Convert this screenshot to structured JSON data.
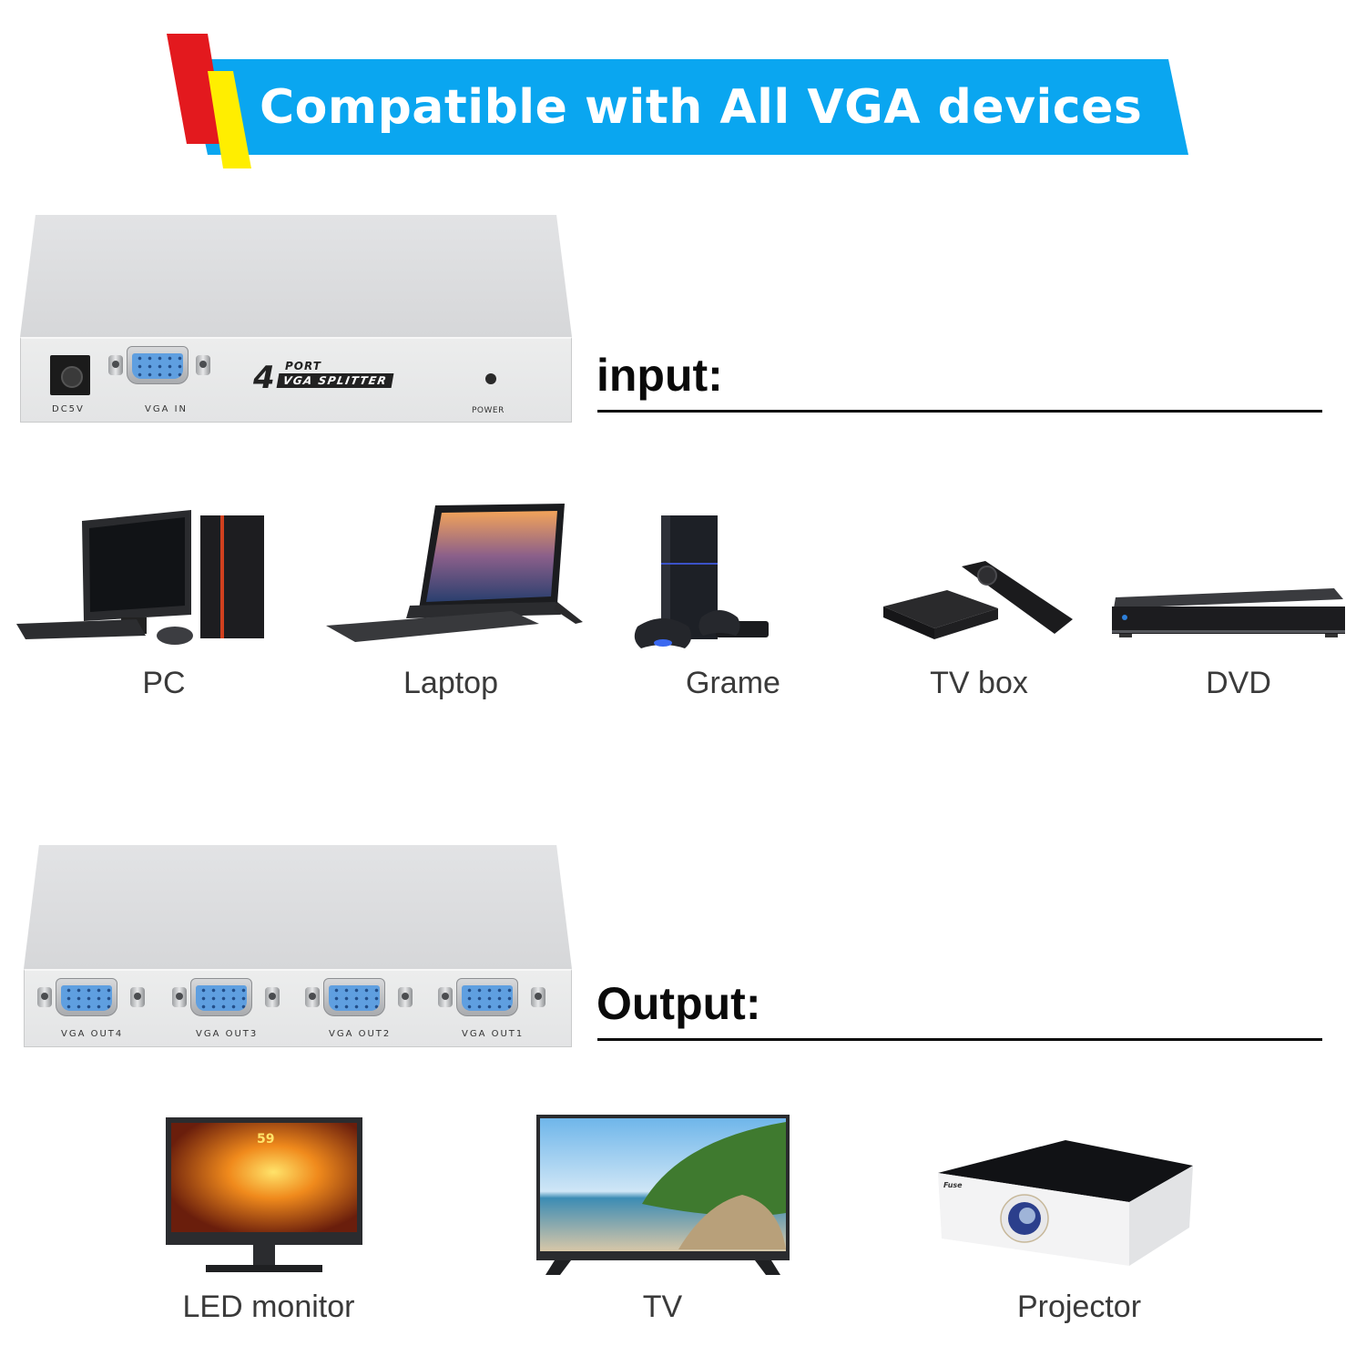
{
  "banner": {
    "title": "Compatible with All VGA devices",
    "colors": {
      "blue": "#0aa6f0",
      "red": "#e3191e",
      "yellow": "#ffee00",
      "text": "#ffffff"
    }
  },
  "input_device": {
    "power_jack_label": "DC5V",
    "vga_in_label": "VGA IN",
    "logo_number": "4",
    "logo_port": "PORT",
    "logo_product": "VGA SPLITTER",
    "power_label": "POWER"
  },
  "input_section": {
    "heading": "input:",
    "devices": [
      {
        "label": "PC",
        "icon": "desktop-pc-icon"
      },
      {
        "label": "Laptop",
        "icon": "laptop-icon"
      },
      {
        "label": "Grame",
        "icon": "game-console-icon"
      },
      {
        "label": "TV box",
        "icon": "tv-box-icon"
      },
      {
        "label": "DVD",
        "icon": "dvd-player-icon"
      }
    ]
  },
  "output_device": {
    "ports": [
      "VGA OUT4",
      "VGA OUT3",
      "VGA OUT2",
      "VGA OUT1"
    ]
  },
  "output_section": {
    "heading": "Output:",
    "devices": [
      {
        "label": "LED monitor",
        "icon": "led-monitor-icon",
        "screen_score": "59"
      },
      {
        "label": "TV",
        "icon": "tv-icon"
      },
      {
        "label": "Projector",
        "icon": "projector-icon",
        "brand": "Fuse"
      }
    ]
  }
}
